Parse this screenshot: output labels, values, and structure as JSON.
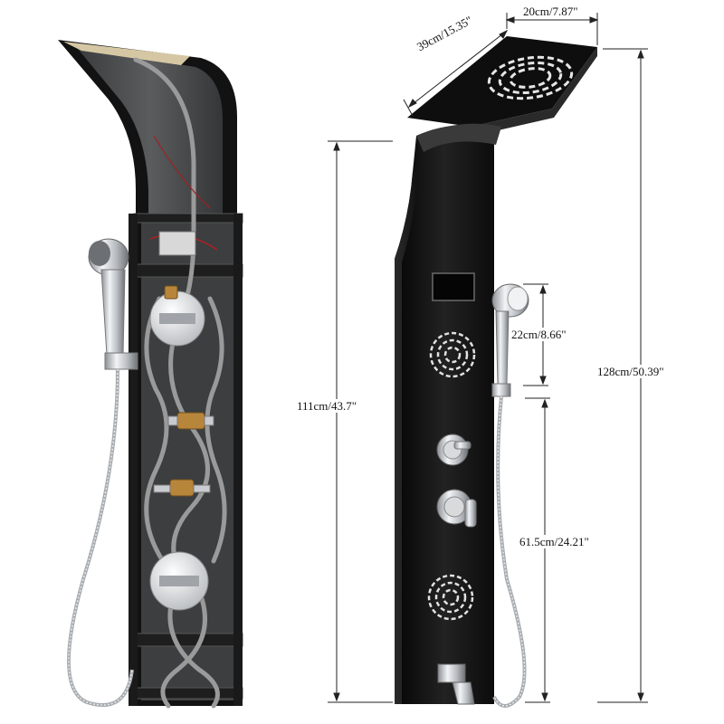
{
  "dimensions": {
    "top_width": "20cm/7.87\"",
    "depth": "39cm/15.35\"",
    "handshower_height": "22cm/8.66\"",
    "total_height": "128cm/50.39\"",
    "panel_height": "111cm/43.7\"",
    "hose_height": "61.5cm/24.21\""
  },
  "colors": {
    "panel": "#1a1a1a",
    "chrome": "#c8ccd0",
    "dimension_line": "#222222",
    "hose": "#9a9a9a",
    "brass": "#b8863b"
  },
  "icons": [
    "shower-panel-interior",
    "shower-panel-front",
    "hand-shower",
    "rain-shower-head",
    "digital-display",
    "massage-jet",
    "control-knob",
    "tub-spout"
  ]
}
